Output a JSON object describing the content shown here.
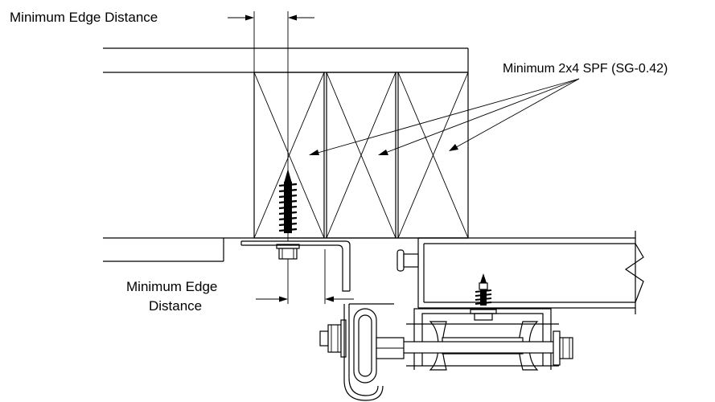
{
  "labels": {
    "edge_distance_top": "Minimum Edge Distance",
    "lumber": "Minimum 2x4 SPF (SG-0.42)",
    "edge_distance_bottom_line1": "Minimum Edge",
    "edge_distance_bottom_line2": "Distance"
  }
}
